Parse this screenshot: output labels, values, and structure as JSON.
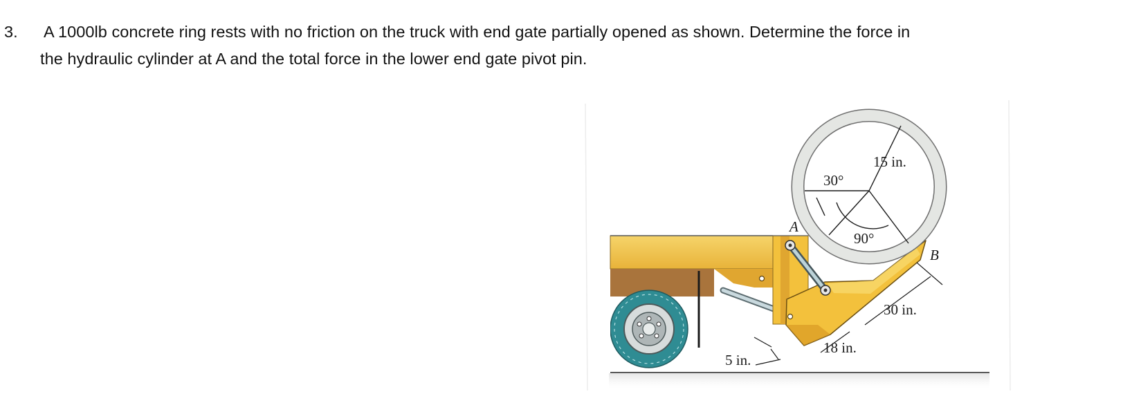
{
  "problem": {
    "number": "3.",
    "line1": "A 1000lb concrete ring rests with no friction on the truck with end gate partially opened as shown.  Determine the force in",
    "line2": "the hydraulic cylinder at A and the total force in the lower end gate pivot pin."
  },
  "figure": {
    "labels": {
      "radius": "15 in.",
      "angle_top": "30°",
      "angle_bottom": "90°",
      "point_a": "A",
      "point_b": "B",
      "gate_length": "30 in.",
      "gate_offset": "18 in.",
      "pin_height": "5 in."
    },
    "colors": {
      "truck_yellow": "#f3c13c",
      "truck_orange": "#e0a630",
      "truck_brown": "#a9743c",
      "ring_fill": "#e4e6e3",
      "tire": "#2f8c93"
    }
  }
}
